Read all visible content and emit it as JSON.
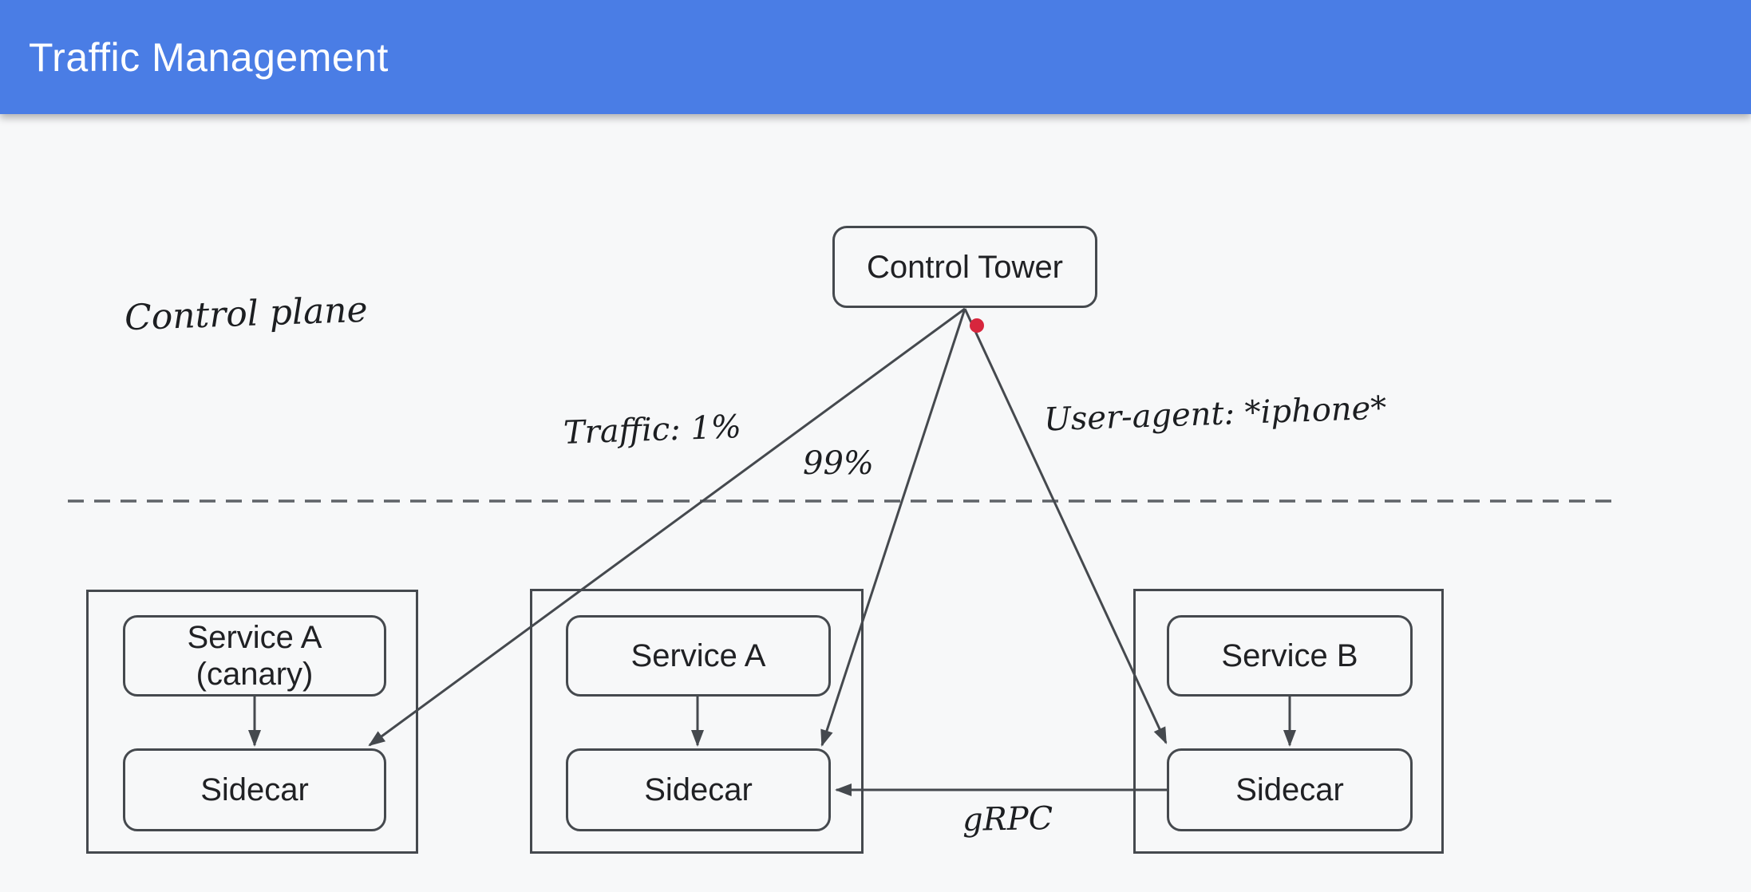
{
  "header": {
    "title": "Traffic Management"
  },
  "labels": {
    "plane": "Control plane",
    "traffic_split": "Traffic: 1%",
    "traffic_rest": "99%",
    "user_agent_rule": "User-agent: *iphone*",
    "grpc": "gRPC"
  },
  "nodes": {
    "control_tower": "Control Tower",
    "group_canary": {
      "service_line1": "Service A",
      "service_line2": "(canary)",
      "sidecar": "Sidecar"
    },
    "group_primary": {
      "service": "Service A",
      "sidecar": "Sidecar"
    },
    "group_b": {
      "service": "Service B",
      "sidecar": "Sidecar"
    }
  },
  "colors": {
    "header_bg": "#4a7de5",
    "header_text": "#ffffff",
    "canvas_bg": "#f7f8f9",
    "line": "#45494e",
    "divider": "#5f6368",
    "text": "#202124",
    "accent_dot": "#d7263d"
  }
}
